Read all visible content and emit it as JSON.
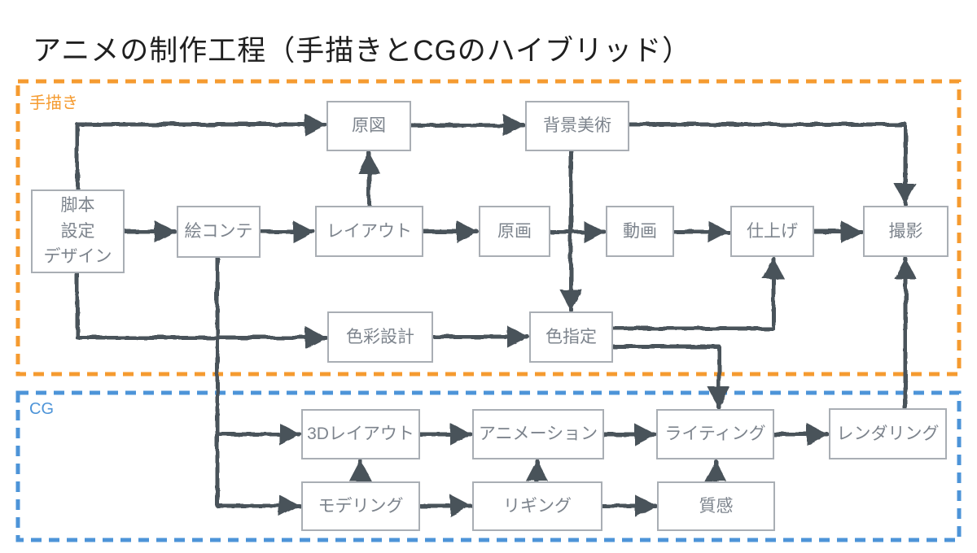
{
  "title": "アニメの制作工程（手描きとCGのハイブリッド）",
  "groups": {
    "hand_drawn": {
      "label": "手描き",
      "color": "#F59B30"
    },
    "cg": {
      "label": "CG",
      "color": "#4D94D8"
    }
  },
  "nodes": [
    {
      "id": "script",
      "group": "hand_drawn",
      "lines": [
        "脚本",
        "設定",
        "デザイン"
      ],
      "label": "脚本 設定 デザイン"
    },
    {
      "id": "storyboard",
      "group": "hand_drawn",
      "label": "絵コンテ"
    },
    {
      "id": "layout",
      "group": "hand_drawn",
      "label": "レイアウト"
    },
    {
      "id": "genzu",
      "group": "hand_drawn",
      "label": "原図"
    },
    {
      "id": "bgart",
      "group": "hand_drawn",
      "label": "背景美術"
    },
    {
      "id": "genga",
      "group": "hand_drawn",
      "label": "原画"
    },
    {
      "id": "douga",
      "group": "hand_drawn",
      "label": "動画"
    },
    {
      "id": "finishing",
      "group": "hand_drawn",
      "label": "仕上げ"
    },
    {
      "id": "satsuei",
      "group": "hand_drawn",
      "label": "撮影"
    },
    {
      "id": "colordesign",
      "group": "hand_drawn",
      "label": "色彩設計"
    },
    {
      "id": "colorspec",
      "group": "hand_drawn",
      "label": "色指定"
    },
    {
      "id": "layout3d",
      "group": "cg",
      "label": "3Dレイアウト"
    },
    {
      "id": "anim",
      "group": "cg",
      "label": "アニメーション"
    },
    {
      "id": "lighting",
      "group": "cg",
      "label": "ライティング"
    },
    {
      "id": "rendering",
      "group": "cg",
      "label": "レンダリング"
    },
    {
      "id": "modeling",
      "group": "cg",
      "label": "モデリング"
    },
    {
      "id": "rigging",
      "group": "cg",
      "label": "リギング"
    },
    {
      "id": "texture",
      "group": "cg",
      "label": "質感"
    }
  ],
  "edges": [
    {
      "from": "script",
      "to": "storyboard"
    },
    {
      "from": "script",
      "to": "genzu"
    },
    {
      "from": "script",
      "to": "colordesign"
    },
    {
      "from": "storyboard",
      "to": "layout"
    },
    {
      "from": "storyboard",
      "to": "layout3d"
    },
    {
      "from": "storyboard",
      "to": "modeling"
    },
    {
      "from": "layout",
      "to": "genzu"
    },
    {
      "from": "layout",
      "to": "genga"
    },
    {
      "from": "genzu",
      "to": "bgart"
    },
    {
      "from": "bgart",
      "to": "satsuei"
    },
    {
      "from": "bgart",
      "to": "colorspec"
    },
    {
      "from": "genga",
      "to": "douga"
    },
    {
      "from": "douga",
      "to": "finishing"
    },
    {
      "from": "finishing",
      "to": "satsuei"
    },
    {
      "from": "colordesign",
      "to": "colorspec"
    },
    {
      "from": "colorspec",
      "to": "finishing"
    },
    {
      "from": "colorspec",
      "to": "lighting"
    },
    {
      "from": "layout3d",
      "to": "anim"
    },
    {
      "from": "anim",
      "to": "lighting"
    },
    {
      "from": "lighting",
      "to": "rendering"
    },
    {
      "from": "rendering",
      "to": "satsuei"
    },
    {
      "from": "modeling",
      "to": "layout3d"
    },
    {
      "from": "modeling",
      "to": "rigging"
    },
    {
      "from": "rigging",
      "to": "anim"
    },
    {
      "from": "rigging",
      "to": "texture"
    },
    {
      "from": "texture",
      "to": "lighting"
    }
  ],
  "colors": {
    "arrow": "#4A525A",
    "node_border": "#A9AEB4",
    "node_text": "#7D848D",
    "title_text": "#1F1F1F",
    "hand_drawn_accent": "#F59B30",
    "cg_accent": "#4D94D8"
  }
}
